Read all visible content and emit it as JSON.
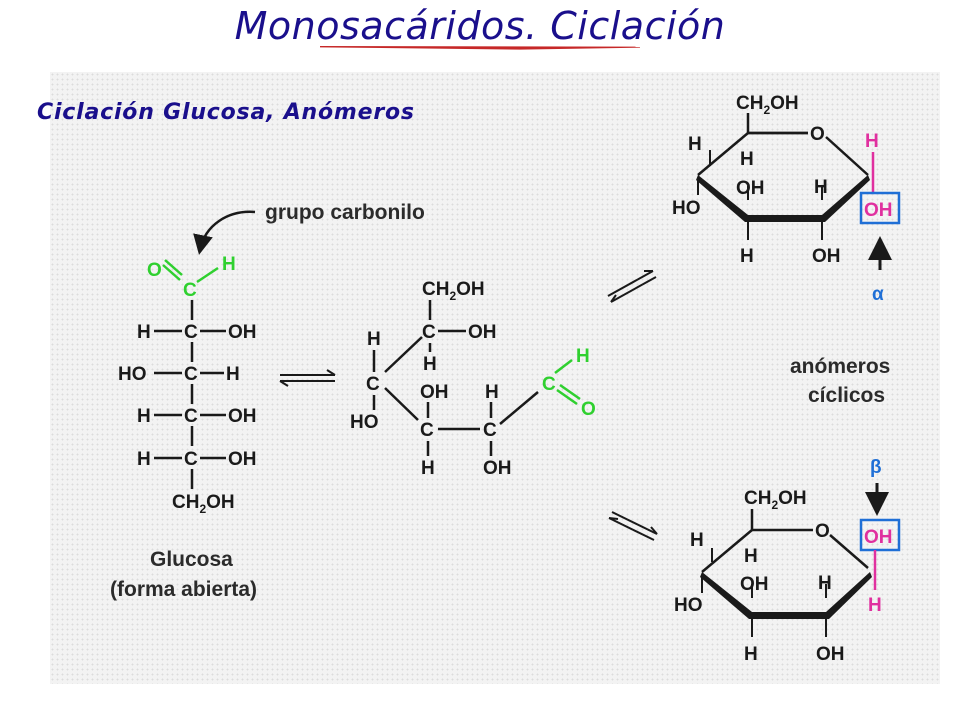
{
  "slide": {
    "title": "Monosacáridos. Ciclación",
    "subtitle": "Ciclación Glucosa, Anómeros"
  },
  "colors": {
    "title": "#1a0f8c",
    "carbonyl": "#2fd02f",
    "anomeric": "#e0309f",
    "highlight": "#1f6fd6",
    "rule": "#c62828"
  },
  "labels": {
    "carbonyl_group": "grupo  carbonilo",
    "open_name": "Glucosa",
    "open_form": "(forma abierta)",
    "cyclic_1": "anómeros",
    "cyclic_2": "cíclicos",
    "alpha": "α",
    "beta": "β"
  },
  "atoms": {
    "ch2oh": "CH",
    "ch2oh_sub": "2",
    "oh_tail": "OH",
    "ho": "HO",
    "oh": "OH",
    "h": "H",
    "c": "C",
    "o": "O"
  }
}
